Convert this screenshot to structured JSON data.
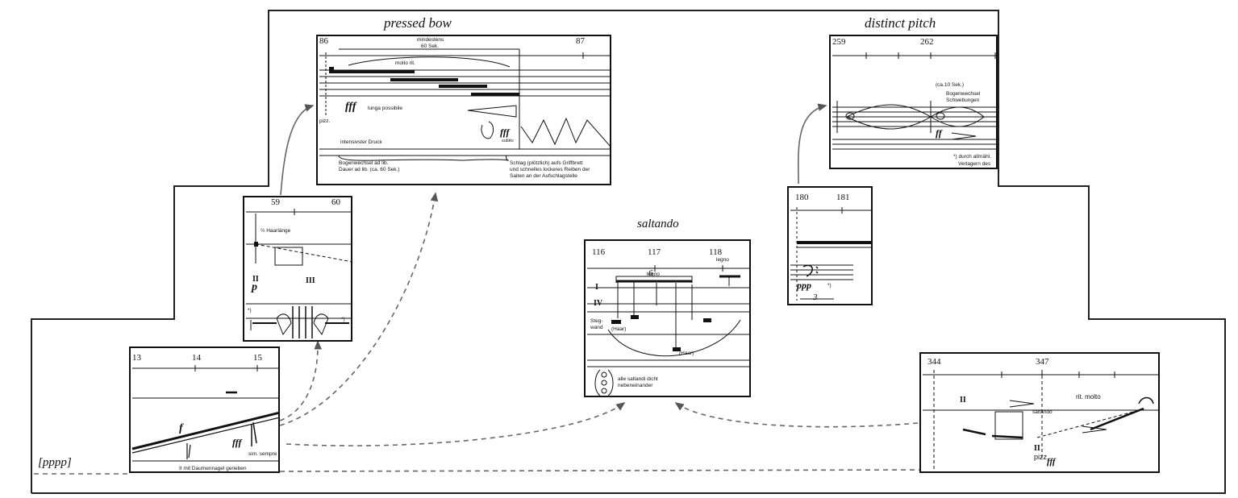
{
  "titles": {
    "pressed_bow": "pressed bow",
    "distinct_pitch": "distinct pitch",
    "saltando": "saltando"
  },
  "start_dynamic": "[pppp]",
  "panels": {
    "p13": {
      "m1": "13",
      "m2": "14",
      "m3": "15",
      "dyn1": "f",
      "dyn2": "fff",
      "sim": "sim. sempre",
      "foot": "II mit Daumennagel gerieben"
    },
    "p59": {
      "m1": "59",
      "m2": "60",
      "hair": "½ Haarlänge",
      "roman2": "II",
      "roman3": "III",
      "dyn": "p",
      "star": "*)",
      "star2": "*)"
    },
    "p86": {
      "m1": "86",
      "m2": "87",
      "dur1": "mindestens",
      "dur2": "60 Sek.",
      "rit": "molto rit.",
      "pizz": "pizz.",
      "dyn1": "fff",
      "dyn2": "fff",
      "lunga": "lunga possibile",
      "druck": "intensivster Druck",
      "subito": "subito",
      "bogen1": "Bogenwechsel ad lib.",
      "bogen2": "Dauer ad lib. (ca. 60 Sek.)",
      "schlag1": "Schlag (plötzlich) aufs Griffbrett",
      "schlag2": "und schnelles lockeres Reiben der",
      "schlag3": "Saiten an der Aufschlagstelle"
    },
    "p116": {
      "m1": "116",
      "m2": "117",
      "m3": "118",
      "legno1": "legno",
      "legno2": "legno",
      "six": "6",
      "r1": "I",
      "r4": "IV",
      "steg1": "Steg-",
      "steg2": "wand",
      "haar1": "(Haar)",
      "haar2": "(Haar)",
      "alle1": "alle saltandi dicht",
      "alle2": "nebeneinander"
    },
    "p180": {
      "m1": "180",
      "m2": "181",
      "dyn": "ppp",
      "three": "3",
      "star": "*)"
    },
    "p259": {
      "m1": "259",
      "m2": "262",
      "ca": "(ca.10 Sek.)",
      "bw": "Bogenwechsel",
      "schw": "Schwebungen",
      "dyn": "ff",
      "durch1": "*) durch allmähl.",
      "durch2": "Verlagern des"
    },
    "p344": {
      "m1": "344",
      "m2": "347",
      "roman": "II",
      "rit": "rit. molto",
      "salt": "saltando",
      "roman2": "II",
      "pizz": "pizz.",
      "dyn": "fff"
    }
  }
}
